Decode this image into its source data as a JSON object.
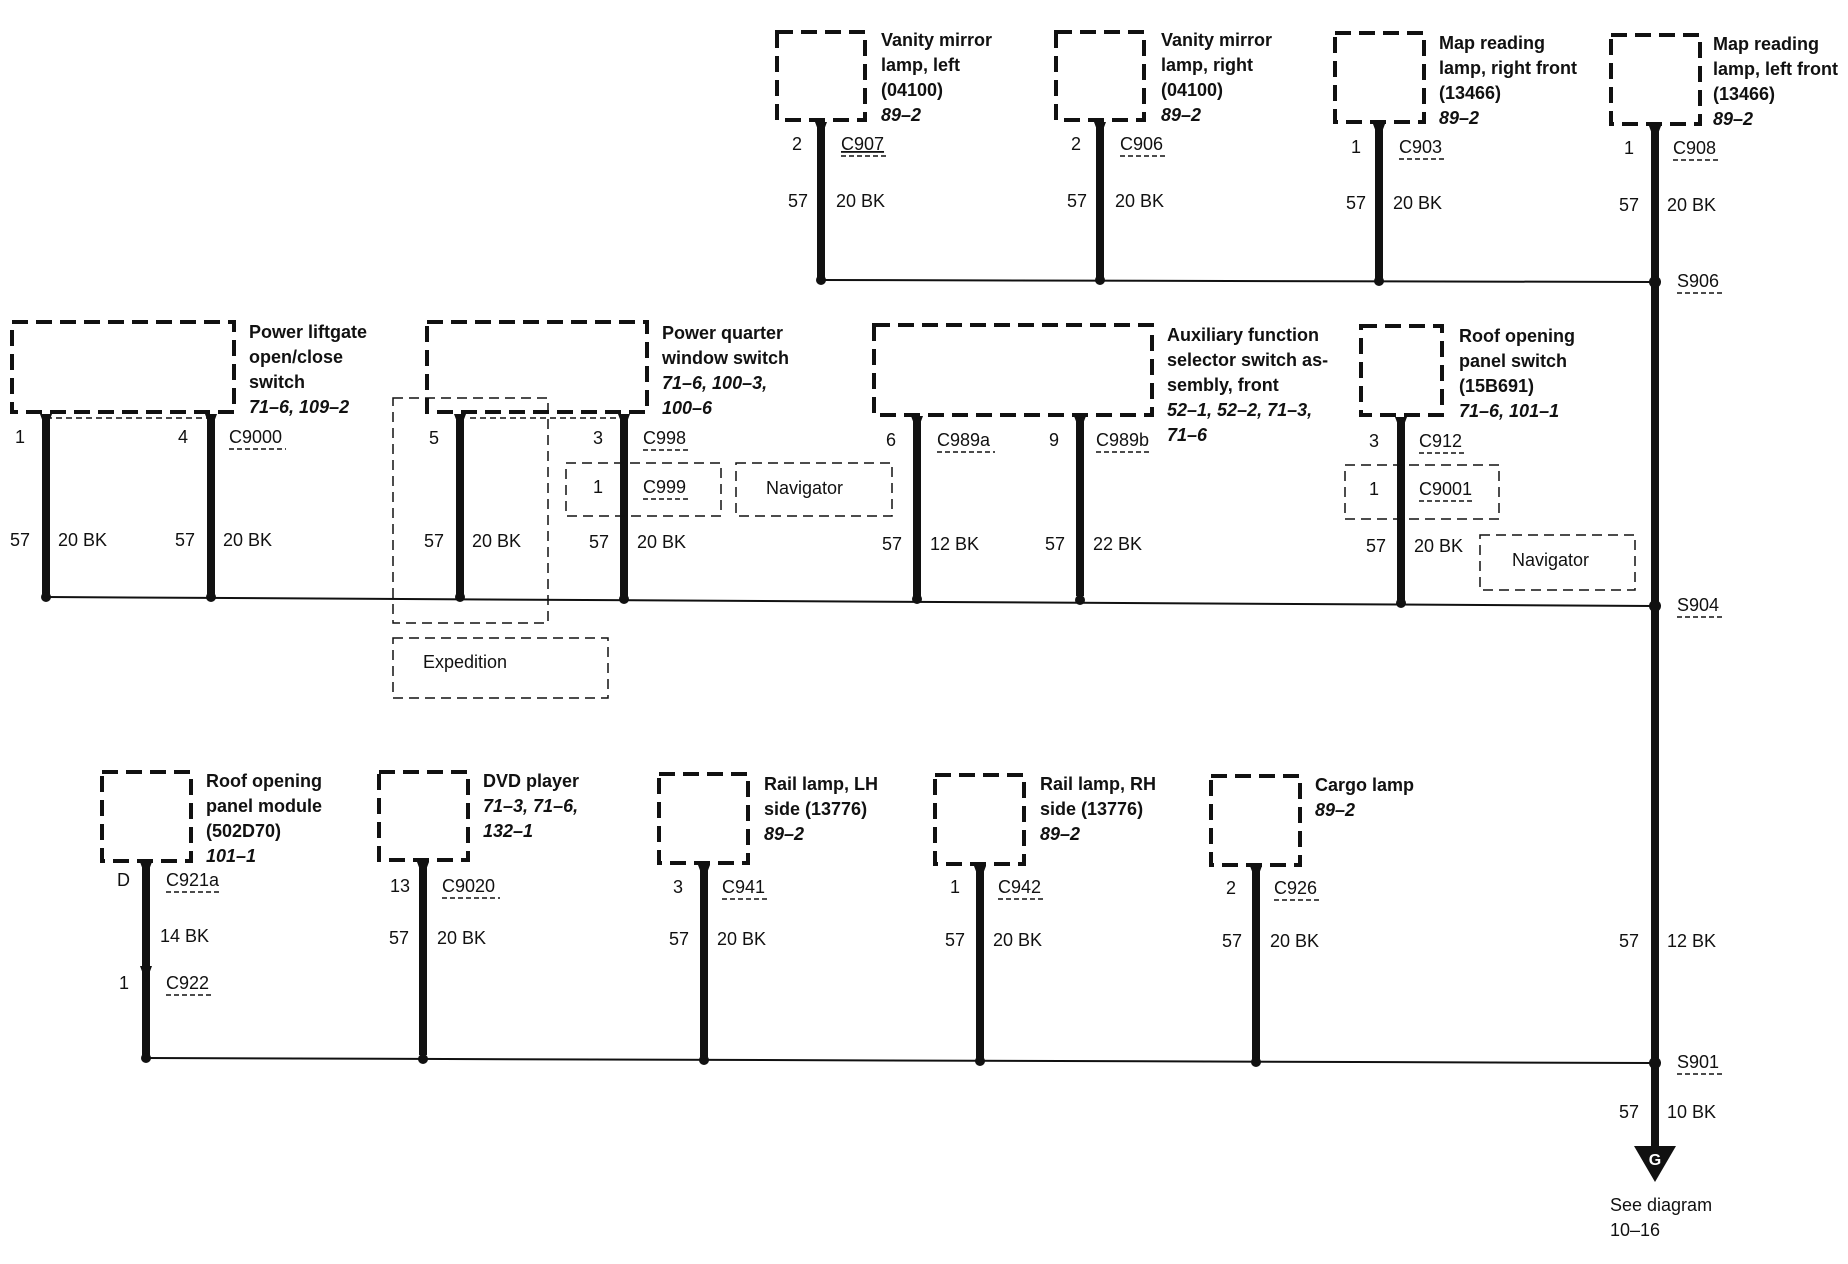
{
  "components": [
    {
      "id": "vanity-left",
      "lines": [
        "Vanity mirror",
        "lamp, left",
        "(04100)"
      ],
      "ref": "89–2",
      "pin": "2",
      "connector": "C907",
      "circuit": "57",
      "wire": "20 BK"
    },
    {
      "id": "vanity-right",
      "lines": [
        "Vanity mirror",
        "lamp, right",
        "(04100)"
      ],
      "ref": "89–2",
      "pin": "2",
      "connector": "C906",
      "circuit": "57",
      "wire": "20 BK"
    },
    {
      "id": "map-right-front",
      "lines": [
        "Map reading",
        "lamp, right front",
        "(13466)"
      ],
      "ref": "89–2",
      "pin": "1",
      "connector": "C903",
      "circuit": "57",
      "wire": "20 BK"
    },
    {
      "id": "map-left-front",
      "lines": [
        "Map reading",
        "lamp, left front",
        "(13466)"
      ],
      "ref": "89–2",
      "pin": "1",
      "connector": "C908",
      "circuit": "57",
      "wire": "20 BK"
    },
    {
      "id": "power-liftgate",
      "lines": [
        "Power liftgate",
        "open/close",
        "switch"
      ],
      "ref": "71–6, 109–2",
      "pins": [
        "1",
        "4"
      ],
      "connector": "C9000",
      "circuit": "57",
      "wire": "20 BK"
    },
    {
      "id": "power-quarter-window",
      "lines": [
        "Power quarter",
        "window switch"
      ],
      "ref_lines": [
        "71–6, 100–3,",
        "100–6"
      ],
      "pin_left": "5",
      "pin_right": "3",
      "connector": "C998",
      "sub_pin": "1",
      "sub_connector": "C999",
      "circuit": "57",
      "wire": "20 BK"
    },
    {
      "id": "aux-function-selector",
      "lines": [
        "Auxiliary function",
        "selector switch as-",
        "sembly, front"
      ],
      "ref_lines": [
        "52–1, 52–2, 71–3,",
        "71–6"
      ],
      "pin_a": "6",
      "connector_a": "C989a",
      "wire_a": "12 BK",
      "pin_b": "9",
      "connector_b": "C989b",
      "wire_b": "22 BK",
      "circuit": "57"
    },
    {
      "id": "roof-opening-switch",
      "lines": [
        "Roof opening",
        "panel switch",
        "(15B691)"
      ],
      "ref": "71–6, 101–1",
      "pin": "3",
      "connector": "C912",
      "sub_pin": "1",
      "sub_connector": "C9001",
      "circuit": "57",
      "wire": "20 BK"
    },
    {
      "id": "roof-opening-module",
      "lines": [
        "Roof opening",
        "panel module",
        "(502D70)"
      ],
      "ref": "101–1",
      "pin": "D",
      "connector": "C921a",
      "wire": "14 BK",
      "pin2": "1",
      "connector2": "C922"
    },
    {
      "id": "dvd-player",
      "lines": [
        "DVD player"
      ],
      "ref_lines": [
        "71–3, 71–6,",
        "132–1"
      ],
      "pin": "13",
      "connector": "C9020",
      "circuit": "57",
      "wire": "20 BK"
    },
    {
      "id": "rail-lamp-lh",
      "lines": [
        "Rail lamp, LH",
        "side (13776)"
      ],
      "ref": "89–2",
      "pin": "3",
      "connector": "C941",
      "circuit": "57",
      "wire": "20 BK"
    },
    {
      "id": "rail-lamp-rh",
      "lines": [
        "Rail lamp, RH",
        "side (13776)"
      ],
      "ref": "89–2",
      "pin": "1",
      "connector": "C942",
      "circuit": "57",
      "wire": "20 BK"
    },
    {
      "id": "cargo-lamp",
      "lines": [
        "Cargo lamp"
      ],
      "ref": "89–2",
      "pin": "2",
      "connector": "C926",
      "circuit": "57",
      "wire": "20 BK"
    }
  ],
  "options": {
    "navigator": "Navigator",
    "expedition": "Expedition"
  },
  "splices": {
    "top": "S906",
    "middle": "S904",
    "bottom": "S901"
  },
  "trunk": {
    "circuit_mid": "57",
    "wire_mid": "12 BK",
    "circuit_low": "57",
    "wire_low": "10 BK",
    "ground_symbol": "G",
    "see_line1": "See diagram",
    "see_line2": "10–16"
  },
  "colors": {
    "ink": "#111111",
    "paper": "#ffffff"
  }
}
